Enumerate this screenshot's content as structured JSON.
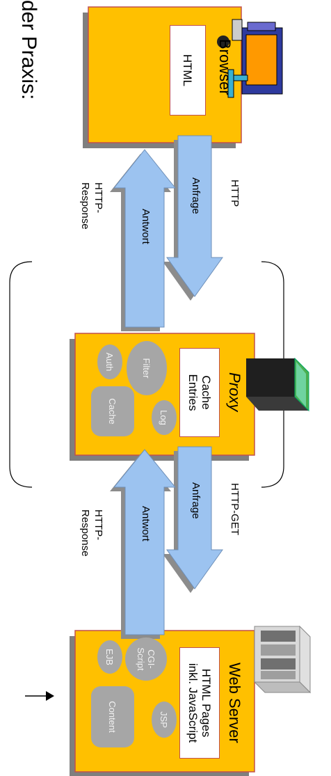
{
  "page_heading": "der Praxis:",
  "browser": {
    "title": "Browser",
    "inner": "HTML",
    "icon": "computer-user-icon"
  },
  "proxy": {
    "title": "Proxy",
    "inner_line1": "Cache",
    "inner_line2": "Entries",
    "filter": "Filter",
    "log": "Log",
    "auth": "Auth",
    "cache": "Cache",
    "icon": "proxy-server-icon"
  },
  "webserver": {
    "title": "Web Server",
    "inner_line1": "HTML Pages",
    "inner_line2": "inkl. JavaScript",
    "cgi_line1": "CGI-",
    "cgi_line2": "Script",
    "jsp": "JSP",
    "ejb": "EJB",
    "content": "Content",
    "icon": "server-rack-icon"
  },
  "arrows": {
    "request1_label": "Anfrage",
    "request1_protocol": "HTTP",
    "response1_label": "Antwort",
    "response1_protocol_line1": "HTTP-",
    "response1_protocol_line2": "Response",
    "request2_label": "Anfrage",
    "request2_protocol": "HTTP-GET",
    "response2_label": "Antwort",
    "response2_protocol_line1": "HTTP-",
    "response2_protocol_line2": "Response"
  },
  "colors": {
    "box_fill": "#ffc000",
    "box_border": "#c0504d",
    "arrow_fill": "#9cc3f0",
    "pill_fill": "#a6a6a6"
  }
}
